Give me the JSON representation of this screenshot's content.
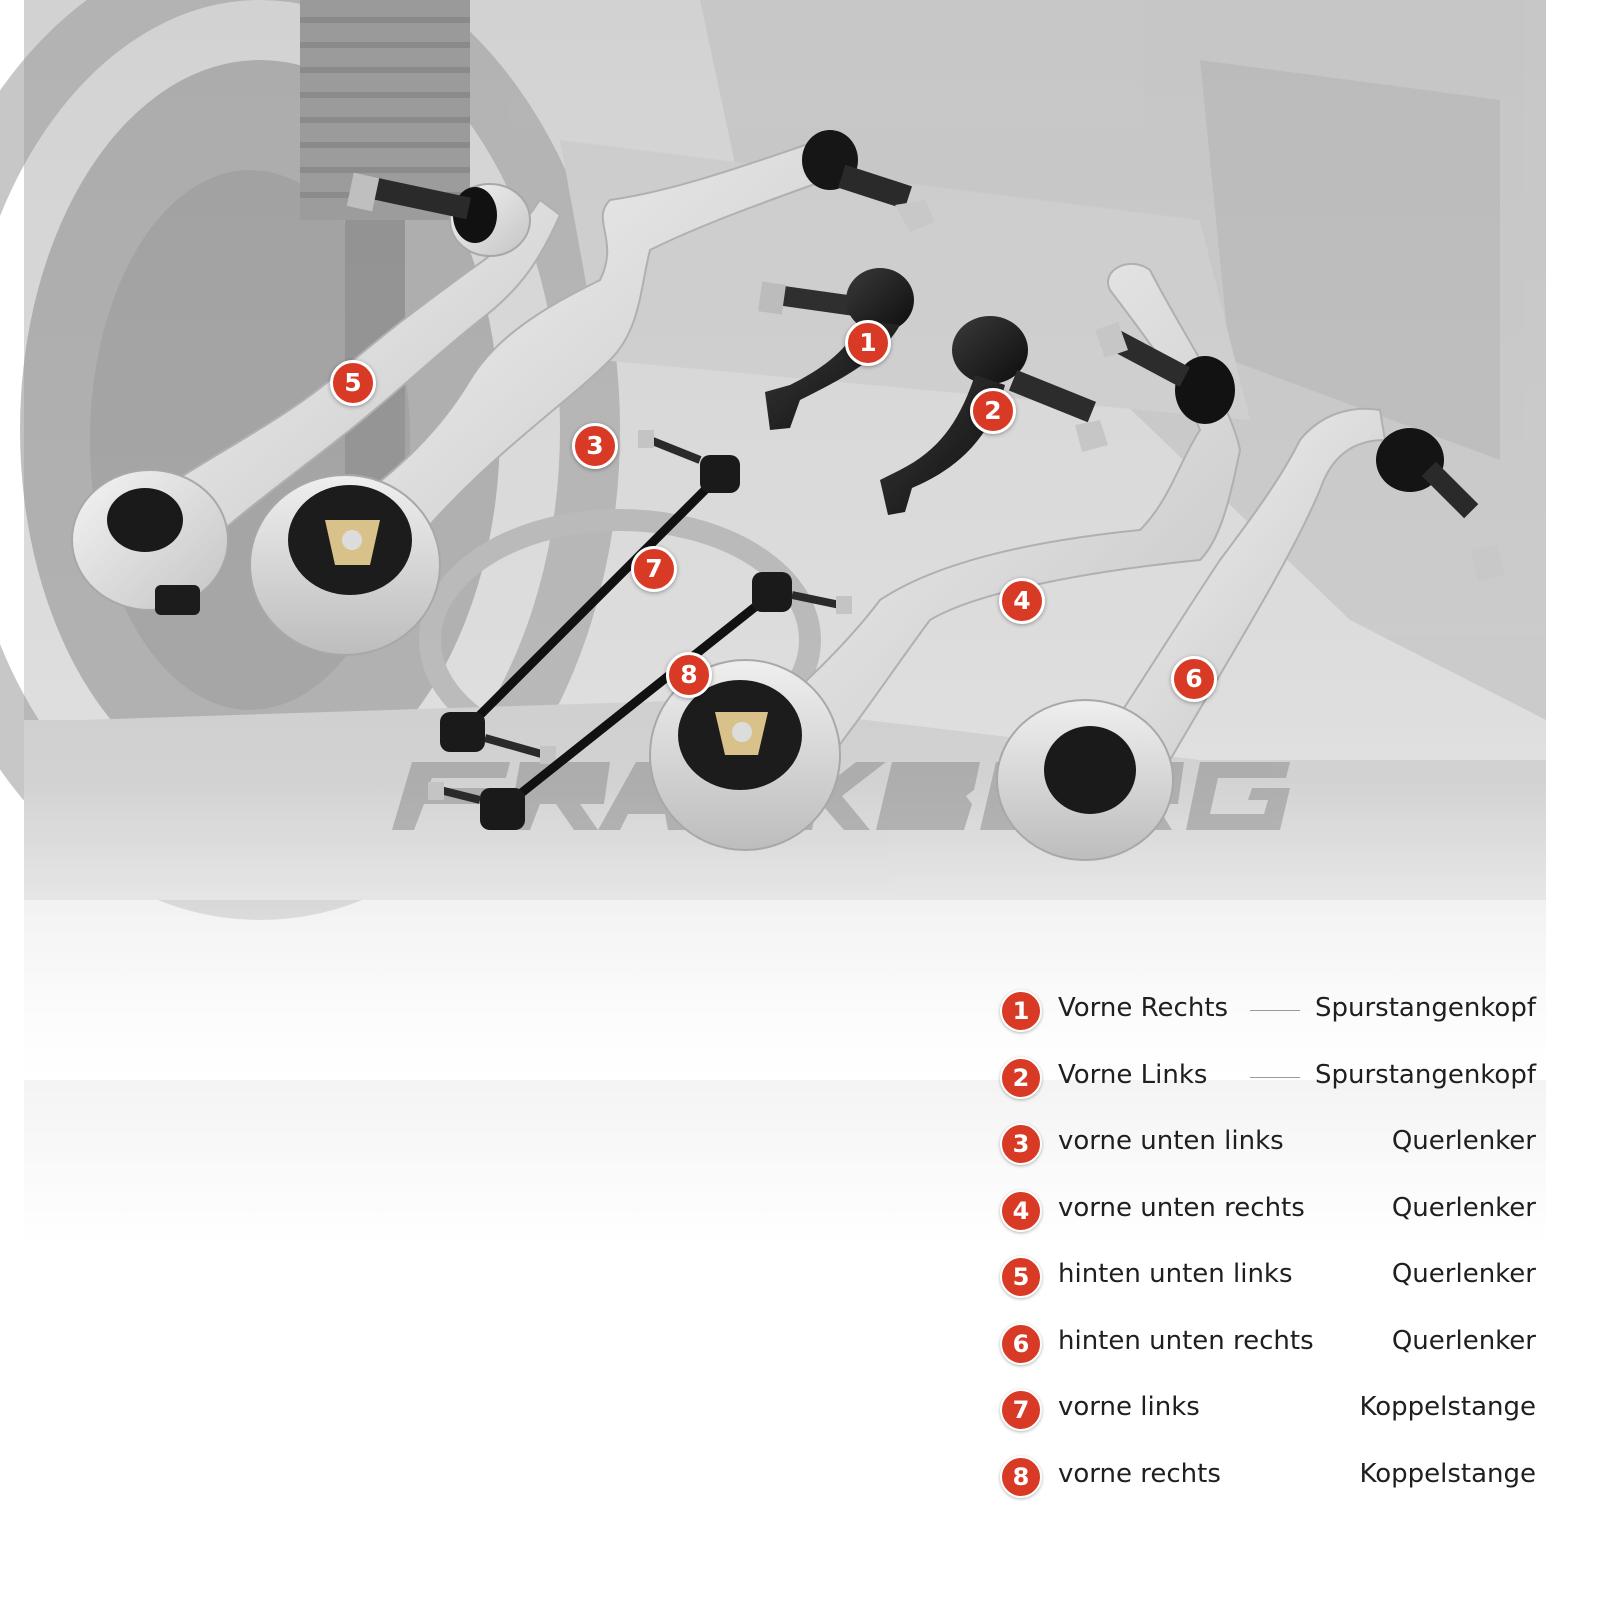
{
  "brand": {
    "wordmark": "FRANKBERG"
  },
  "colors": {
    "accent": "#d93a26",
    "text": "#1f1f1f",
    "background": "#ffffff"
  },
  "callouts": [
    "1",
    "2",
    "3",
    "4",
    "5",
    "6",
    "7",
    "8"
  ],
  "legend": [
    {
      "num": "1",
      "position": "Vorne Rechts",
      "part": "Spurstangenkopf"
    },
    {
      "num": "2",
      "position": "Vorne Links",
      "part": "Spurstangenkopf"
    },
    {
      "num": "3",
      "position": "vorne unten links",
      "part": "Querlenker"
    },
    {
      "num": "4",
      "position": "vorne unten rechts",
      "part": "Querlenker"
    },
    {
      "num": "5",
      "position": "hinten unten links",
      "part": "Querlenker"
    },
    {
      "num": "6",
      "position": "hinten unten rechts",
      "part": "Querlenker"
    },
    {
      "num": "7",
      "position": "vorne links",
      "part": "Koppelstange"
    },
    {
      "num": "8",
      "position": "vorne rechts",
      "part": "Koppelstange"
    }
  ]
}
